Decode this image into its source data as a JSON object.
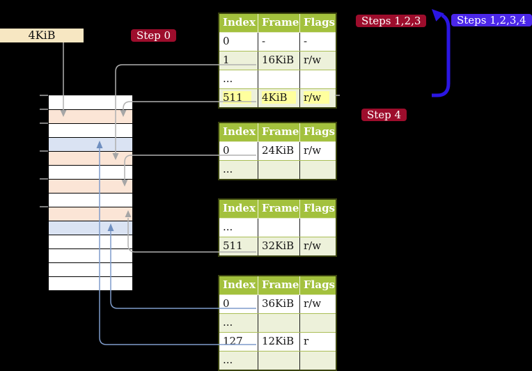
{
  "colors": {
    "crimson": "#9d0d2c",
    "indigo_label": "#4b27ea",
    "indigo_arrow": "#2b16e3",
    "cream": "#f7e7c2",
    "peach": "#fbe5d6",
    "lightblue": "#dae3f3",
    "header_green": "#a3c13d",
    "palegreen": "#edf1da",
    "yellow": "#ffff9e",
    "gray_line": "#b0b0b0",
    "blue_line": "#7f9ccb"
  },
  "labels": {
    "frame_size": "4KiB",
    "step0": "Step 0",
    "steps123": "Steps 1,2,3",
    "steps1234": "Steps 1,2,3,4",
    "step4": "Step 4"
  },
  "memory": {
    "rows": [
      {
        "fill": "white"
      },
      {
        "fill": "peach"
      },
      {
        "fill": "white"
      },
      {
        "fill": "blue"
      },
      {
        "fill": "peach"
      },
      {
        "fill": "white"
      },
      {
        "fill": "peach"
      },
      {
        "fill": "white"
      },
      {
        "fill": "peach"
      },
      {
        "fill": "blue"
      },
      {
        "fill": "white"
      },
      {
        "fill": "white"
      },
      {
        "fill": "white"
      },
      {
        "fill": "white"
      }
    ],
    "tick_boundaries": [
      0,
      1,
      2,
      4,
      6,
      8
    ]
  },
  "page_tables": [
    {
      "header": [
        "Index",
        "Frame",
        "Flags"
      ],
      "rows": [
        {
          "cells": [
            "0",
            "-",
            "-"
          ],
          "highlight": false
        },
        {
          "cells": [
            "1",
            "16KiB",
            "r/w"
          ],
          "highlight": false
        },
        {
          "cells": [
            "...",
            "",
            ""
          ],
          "highlight": false
        },
        {
          "cells": [
            "511",
            "4KiB",
            "r/w"
          ],
          "highlight": true
        }
      ]
    },
    {
      "header": [
        "Index",
        "Frame",
        "Flags"
      ],
      "rows": [
        {
          "cells": [
            "0",
            "24KiB",
            "r/w"
          ],
          "highlight": false
        },
        {
          "cells": [
            "...",
            "",
            ""
          ],
          "highlight": false
        }
      ]
    },
    {
      "header": [
        "Index",
        "Frame",
        "Flags"
      ],
      "rows": [
        {
          "cells": [
            "...",
            "",
            ""
          ],
          "highlight": false
        },
        {
          "cells": [
            "511",
            "32KiB",
            "r/w"
          ],
          "highlight": false
        }
      ]
    },
    {
      "header": [
        "Index",
        "Frame",
        "Flags"
      ],
      "rows": [
        {
          "cells": [
            "0",
            "36KiB",
            "r/w"
          ],
          "highlight": false
        },
        {
          "cells": [
            "...",
            "",
            ""
          ],
          "highlight": false
        },
        {
          "cells": [
            "127",
            "12KiB",
            "r"
          ],
          "highlight": false
        },
        {
          "cells": [
            "...",
            "",
            ""
          ],
          "highlight": false
        }
      ]
    }
  ]
}
